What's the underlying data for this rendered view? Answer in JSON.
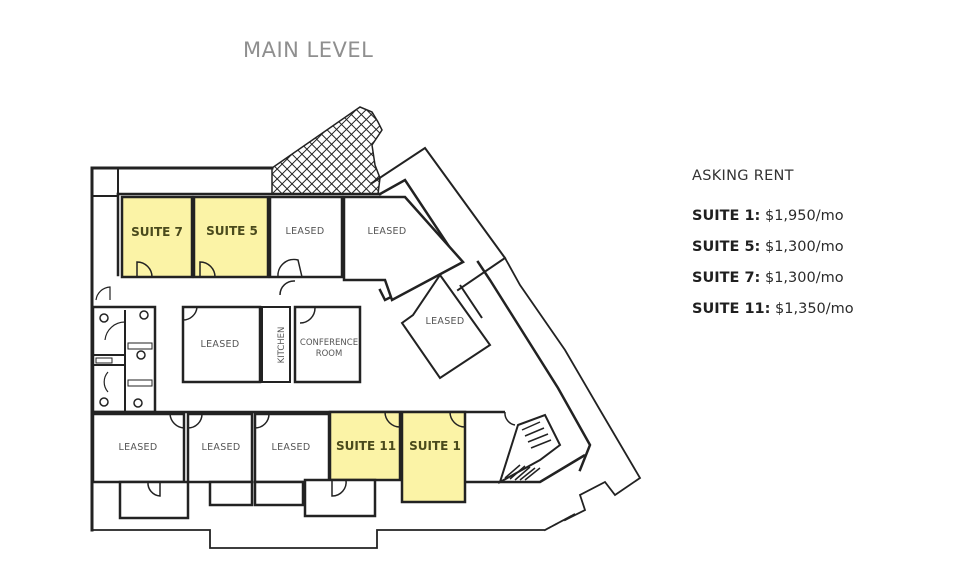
{
  "title": "MAIN LEVEL",
  "colors": {
    "available_fill": "#fbf3a6",
    "wall": "#222222",
    "title_gray": "#8f8f8f"
  },
  "asking_rent": {
    "heading": "ASKING RENT",
    "items": [
      {
        "suite": "SUITE 1:",
        "price": "$1,950/mo"
      },
      {
        "suite": "SUITE 5:",
        "price": "$1,300/mo"
      },
      {
        "suite": "SUITE 7:",
        "price": "$1,300/mo"
      },
      {
        "suite": "SUITE 11:",
        "price": "$1,350/mo"
      }
    ]
  },
  "floorplan": {
    "rooms": {
      "suite7": "SUITE 7",
      "suite5": "SUITE 5",
      "leased_top1": "LEASED",
      "leased_top2": "LEASED",
      "leased_angled": "LEASED",
      "leased_center": "LEASED",
      "kitchen": "KITCHEN",
      "conference_line1": "CONFERENCE",
      "conference_line2": "ROOM",
      "leased_bottom1": "LEASED",
      "leased_bottom2": "LEASED",
      "leased_bottom3": "LEASED",
      "suite11": "SUITE 11",
      "suite1": "SUITE 1"
    }
  }
}
